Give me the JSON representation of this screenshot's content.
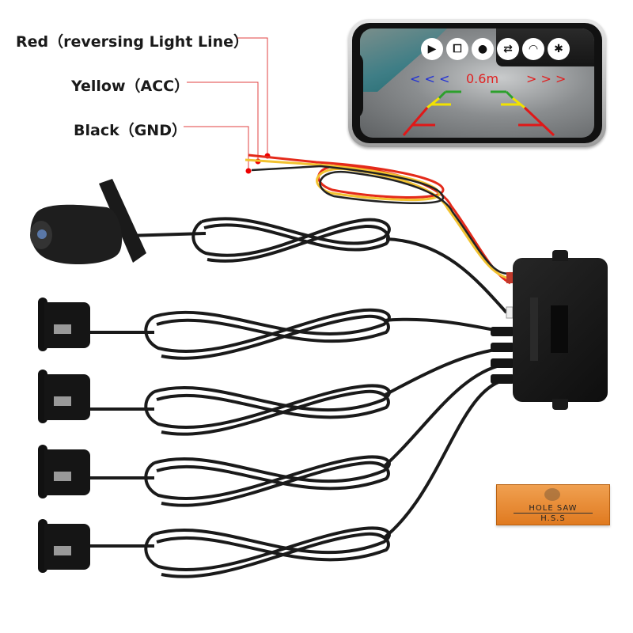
{
  "wire_labels": {
    "red": "Red（reversing Light Line）",
    "yellow": "Yellow（ACC）",
    "black": "Black（GND）"
  },
  "phone_app": {
    "toolbar_icons": [
      "video-camera-icon",
      "crop-icon",
      "play-icon",
      "swap-icon",
      "wifi-icon",
      "gear-icon"
    ],
    "left_arrows": "< < <",
    "distance": "0.6m",
    "right_arrows": "> > >",
    "colors": {
      "left_arrows": "#1f2fd6",
      "distance": "#e02020",
      "right_arrows": "#e02020",
      "guide_green": "#2ca02c",
      "guide_yellow": "#f2e200",
      "guide_red": "#e01818"
    }
  },
  "hole_saw_box": {
    "line1": "HOLE  SAW",
    "line2": "H.S.S"
  },
  "components": {
    "sensor_count": 4,
    "camera_count": 1
  }
}
